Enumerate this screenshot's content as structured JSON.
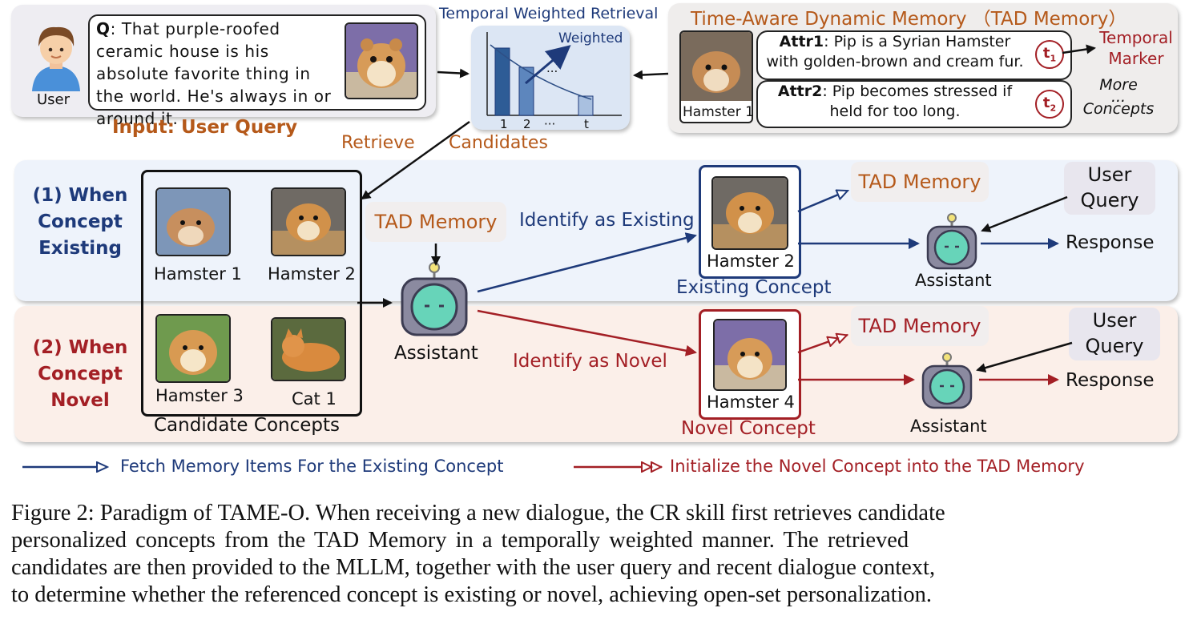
{
  "input_panel": {
    "user_label": "User",
    "query_prefix": "Q",
    "query_text": ": That purple-roofed ceramic house is his absolute favorite thing in the world. He's always in or around it.",
    "title": "Input: User Query"
  },
  "retrieval": {
    "title": "Temporal Weighted Retrieval",
    "weighted_label": "Weighted",
    "dots": "...",
    "ticks": [
      "1",
      "2",
      "···",
      "t"
    ],
    "retrieve_label": "Retrieve",
    "candidates_label": "Candidates"
  },
  "tad_panel": {
    "title": "Time-Aware Dynamic Memory （TAD Memory）",
    "hamster_label": "Hamster 1",
    "attr1_key": "Attr1",
    "attr1_text": ": Pip is a Syrian Hamster with golden-brown and cream fur.",
    "attr2_key": "Attr2",
    "attr2_text": ": Pip becomes stressed if held for too long.",
    "t1": "t",
    "t1_sub": "1",
    "t2": "t",
    "t2_sub": "2",
    "temporal_marker": "Temporal Marker",
    "more_concepts_line1": "More",
    "more_concepts_dots": "...",
    "more_concepts_line2": "Concepts"
  },
  "case_existing": {
    "title": "(1) When Concept Existing",
    "identify_label": "Identify as Existing",
    "concept_label": "Hamster 2",
    "concept_caption": "Existing Concept",
    "tad_memory": "TAD Memory",
    "user_query": "User Query",
    "assistant": "Assistant",
    "response": "Response"
  },
  "case_novel": {
    "title": "(2) When Concept Novel",
    "identify_label": "Identify as Novel",
    "concept_label": "Hamster 4",
    "concept_caption": "Novel Concept",
    "tad_memory": "TAD Memory",
    "user_query": "User Query",
    "assistant": "Assistant",
    "response": "Response"
  },
  "candidates": {
    "items": [
      "Hamster 1",
      "Hamster 2",
      "Hamster 3",
      "Cat 1"
    ],
    "caption": "Candidate Concepts"
  },
  "center": {
    "tad_memory": "TAD Memory",
    "assistant": "Assistant"
  },
  "legend": {
    "fetch": "Fetch Memory Items For the Existing Concept",
    "init": "Initialize the Novel Concept into the TAD Memory"
  },
  "caption": {
    "lines": [
      "Figure 2: Paradigm of TAME-O. When receiving a new dialogue, the CR skill first retrieves candidate",
      "personalized concepts from the TAD Memory in a temporally weighted manner. The retrieved",
      "candidates are then provided to the MLLM, together with the user query and recent dialogue context,",
      "to determine whether the referenced concept is existing or novel, achieving open-set personalization."
    ]
  },
  "colors": {
    "blue": "#1e3a7a",
    "red": "#a31f25",
    "orange": "#b5591a",
    "existing_bg": "#eef3fb",
    "novel_bg": "#fbefe9",
    "panel_bg": "#eeedf2"
  }
}
